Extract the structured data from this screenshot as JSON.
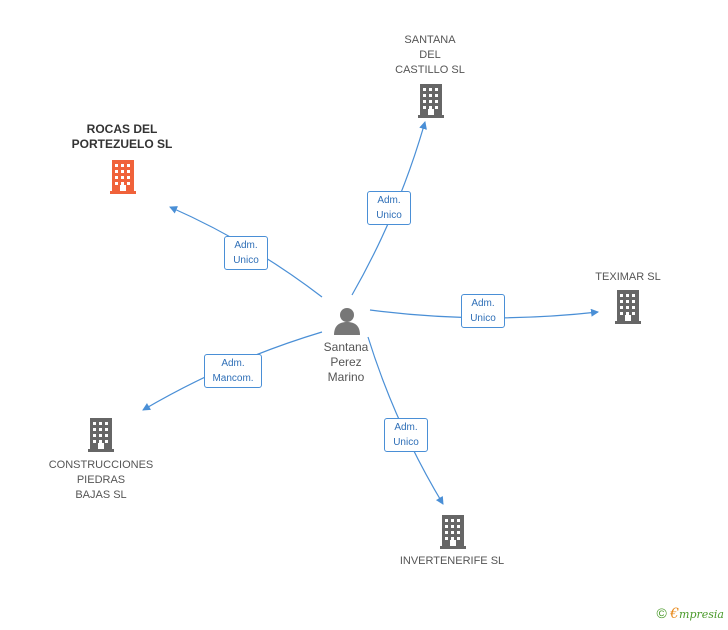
{
  "center": {
    "name": "Santana\nPerez\nMarino",
    "icon": "person-icon"
  },
  "companies": [
    {
      "id": "santana",
      "name": "SANTANA\nDEL\nCASTILLO SL",
      "color": "#666666",
      "highlight": false,
      "icon": "building-icon"
    },
    {
      "id": "rocas",
      "name": "ROCAS DEL\nPORTEZUELO SL",
      "color": "#f0623a",
      "highlight": true,
      "icon": "building-icon"
    },
    {
      "id": "teximar",
      "name": "TEXIMAR SL",
      "color": "#666666",
      "highlight": false,
      "icon": "building-icon"
    },
    {
      "id": "construcciones",
      "name": "CONSTRUCCIONES\nPIEDRAS\nBAJAS  SL",
      "color": "#666666",
      "highlight": false,
      "icon": "building-icon"
    },
    {
      "id": "invertenerife",
      "name": "INVERTENERIFE SL",
      "color": "#666666",
      "highlight": false,
      "icon": "building-icon"
    }
  ],
  "relations": [
    {
      "to": "santana",
      "label": "Adm.\nUnico"
    },
    {
      "to": "rocas",
      "label": "Adm.\nUnico"
    },
    {
      "to": "teximar",
      "label": "Adm.\nUnico"
    },
    {
      "to": "construcciones",
      "label": "Adm.\nMancom."
    },
    {
      "to": "invertenerife",
      "label": "Adm.\nUnico"
    }
  ],
  "colors": {
    "edge": "#4a8fd6",
    "person": "#777777"
  },
  "watermark": {
    "copyright": "©",
    "brand_initial": "€",
    "brand_rest": "mpresia"
  }
}
